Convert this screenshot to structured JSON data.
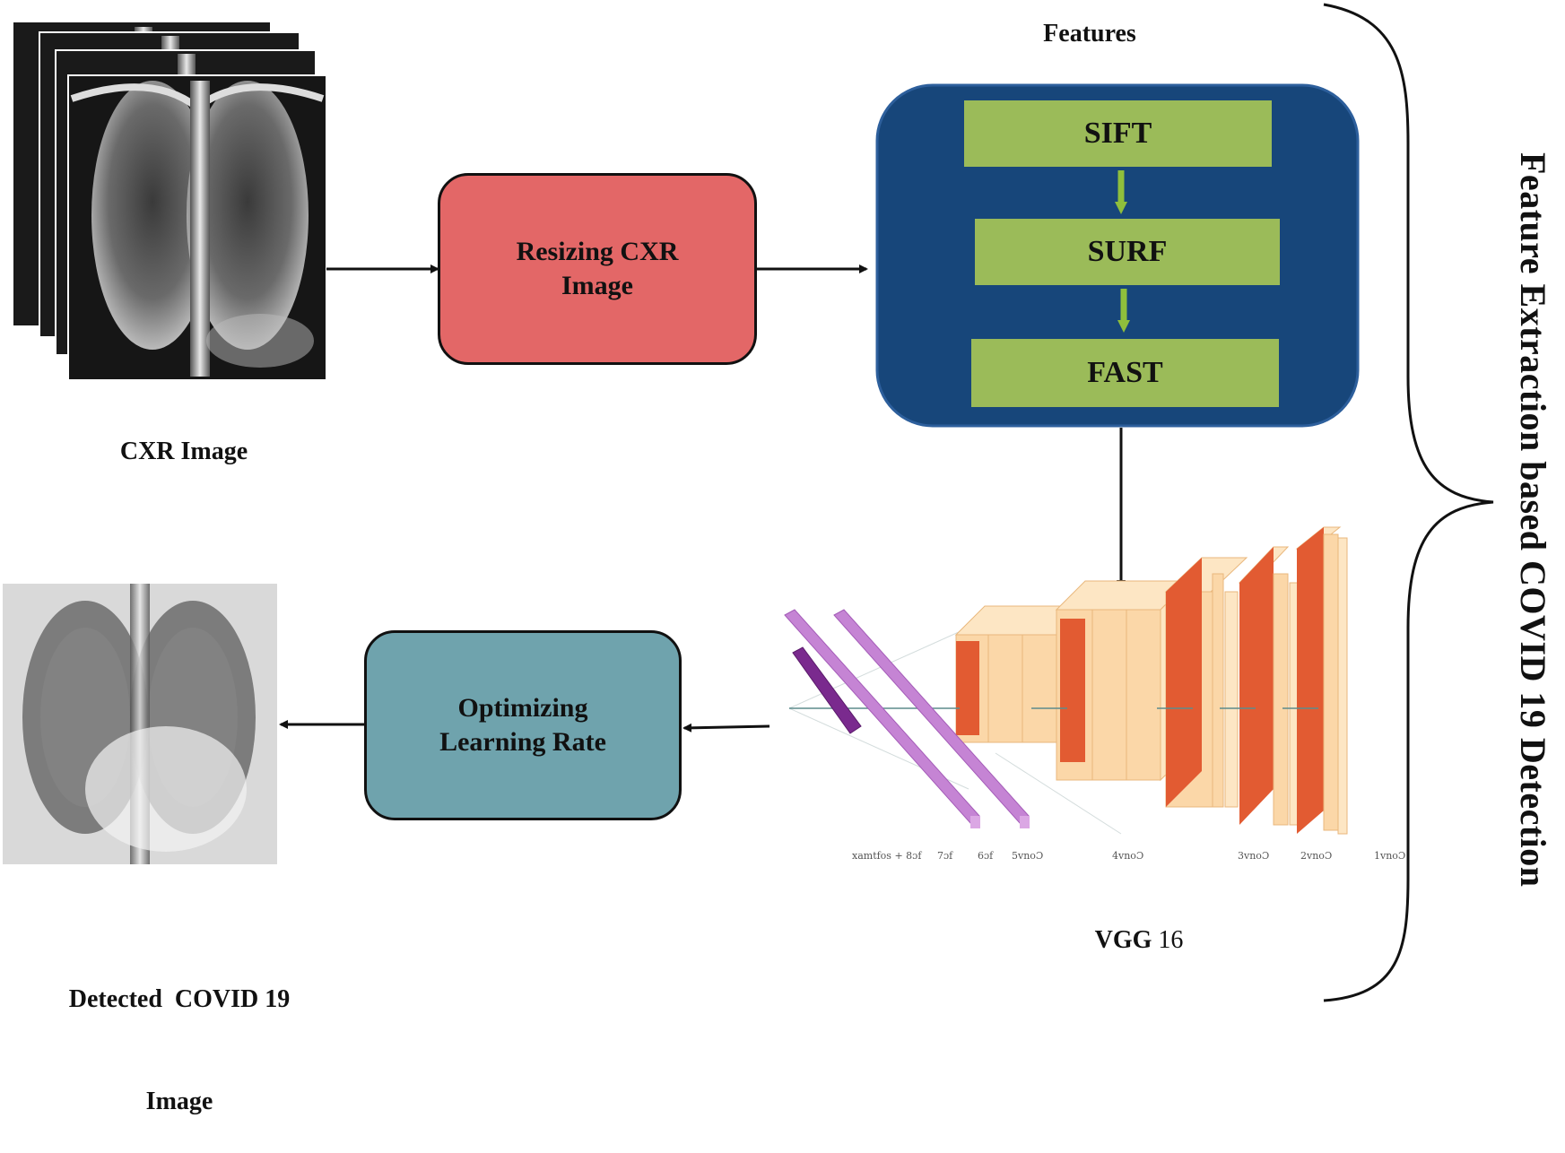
{
  "diagram": {
    "input_caption": "CXR Image",
    "resize_label_line1": "Resizing CXR",
    "resize_label_line2": "Image",
    "features_title": "Features",
    "feature_steps": [
      "SIFT",
      "SURF",
      "FAST"
    ],
    "vgg_caption_bold": "VGG",
    "vgg_caption_rest": " 16",
    "optimize_label_line1": "Optimizing",
    "optimize_label_line2": "Learning Rate",
    "output_caption_line1": "Detected  COVID 19",
    "output_caption_line2": "Image",
    "brace_label": "Feature Extraction based COVID 19 Detection"
  },
  "colors": {
    "resize_box": "#e36767",
    "features_panel": "#17467a",
    "feature_step": "#9bbb59",
    "optimize_box": "#6fa3ad",
    "vgg_conv_light": "#fbd7a8",
    "vgg_conv_dark": "#e25b32",
    "vgg_fc": "#c584d4"
  }
}
